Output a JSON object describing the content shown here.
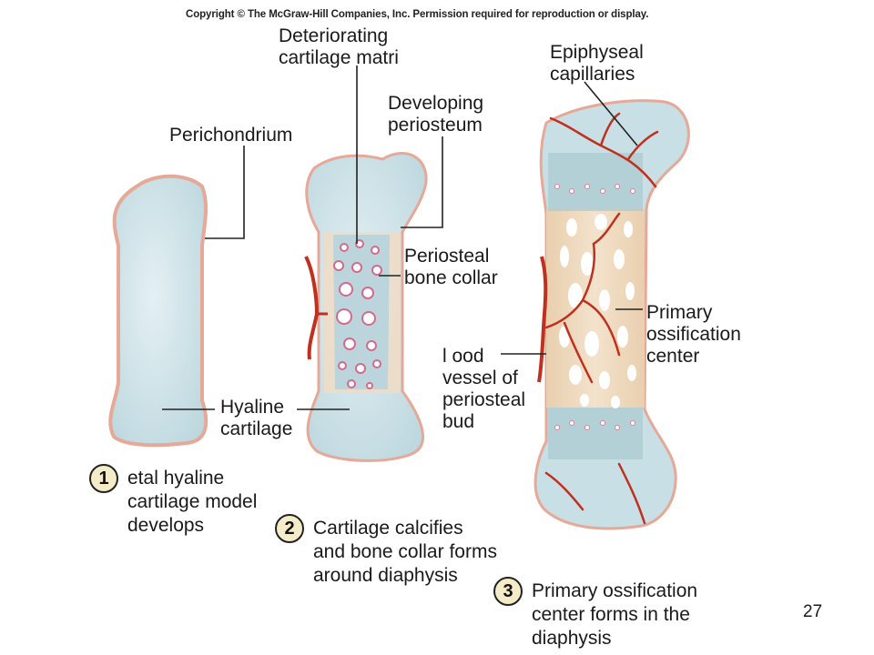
{
  "copyright": "Copyright © The McGraw-Hill Companies, Inc. Permission required for reproduction or display.",
  "labels": {
    "perichondrium": "Perichondrium",
    "hyaline_line1": "Hyaline",
    "hyaline_line2": "cartilage",
    "deteriorating_line1": "Deteriorating",
    "deteriorating_line2": "cartilage matri",
    "developing_line1": "Developing",
    "developing_line2": "periosteum",
    "periosteal_line1": "Periosteal",
    "periosteal_line2": "bone collar",
    "epiphyseal_line1": "Epiphyseal",
    "epiphyseal_line2": "capillaries",
    "primary_line1": "Primary",
    "primary_line2": "ossification",
    "primary_line3": "center",
    "blood_line1": "l ood",
    "blood_line2": "vessel of",
    "blood_line3": "periosteal",
    "blood_line4": "bud"
  },
  "steps": [
    {
      "number": "1",
      "lines": [
        "etal hyaline",
        "cartilage model",
        "develops"
      ]
    },
    {
      "number": "2",
      "lines": [
        "Cartilage calcifies",
        "and bone collar forms",
        "around diaphysis"
      ]
    },
    {
      "number": "3",
      "lines": [
        "Primary ossification",
        "center forms in the",
        "diaphysis"
      ]
    }
  ],
  "page_number": "27",
  "colors": {
    "cartilage": "#cfe3e8",
    "perichondrium": "#e8a99a",
    "bone": "#f0dcc4",
    "vessel": "#c0301e",
    "callout": "#222222"
  }
}
